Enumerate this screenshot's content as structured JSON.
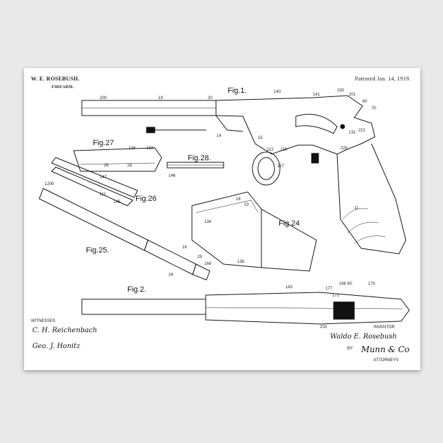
{
  "header": {
    "inventor_name": "W. E. ROSEBUSH.",
    "subject": "FIREARM.",
    "patent_date": "Patented Jan. 14, 1919."
  },
  "figures": {
    "fig1": "Fig.1.",
    "fig2": "Fig.2.",
    "fig24": "Fig.24",
    "fig25": "Fig.25.",
    "fig26": "Fig.26",
    "fig27": "Fig.27",
    "fig28": "Fig.28."
  },
  "labels": {
    "witnesses": "WITNESSES",
    "inventor": "INVENTOR",
    "by": "BY",
    "attorneys": "ATTORNEYS"
  },
  "signatures": {
    "witness_1": "C. H. Reichenbach",
    "witness_2": "Geo. J. Honitz",
    "inventor_signature": "Waldo E. Rosebush",
    "attorney_signature": "Munn & Co"
  },
  "reference_numbers": [
    "200",
    "19",
    "20",
    "140",
    "141",
    "150",
    "201",
    "70",
    "60",
    "131",
    "221",
    "14",
    "15",
    "18",
    "110",
    "112",
    "117",
    "220",
    "11",
    "143",
    "146",
    "147",
    "148",
    "153",
    "26",
    "28",
    "1200",
    "111",
    "145",
    "16",
    "23",
    "134",
    "136",
    "29",
    "166",
    "24",
    "177",
    "171",
    "168",
    "170",
    "203",
    "60"
  ],
  "colors": {
    "background": "#e9e9e9",
    "paper": "#ffffff",
    "ink": "#111111"
  }
}
